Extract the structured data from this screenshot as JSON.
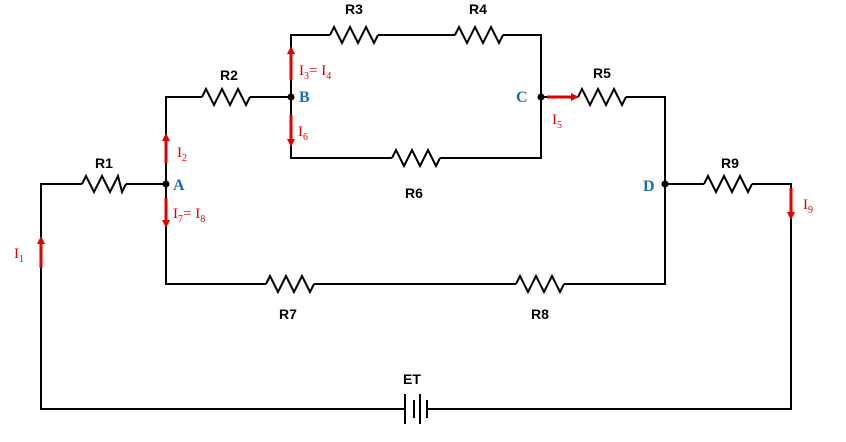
{
  "colors": {
    "wire": "#000000",
    "current": "#e00000",
    "node": "#1a6fb5"
  },
  "resistors": [
    {
      "id": "R1",
      "label": "R1"
    },
    {
      "id": "R2",
      "label": "R2"
    },
    {
      "id": "R3",
      "label": "R3"
    },
    {
      "id": "R4",
      "label": "R4"
    },
    {
      "id": "R5",
      "label": "R5"
    },
    {
      "id": "R6",
      "label": "R6"
    },
    {
      "id": "R7",
      "label": "R7"
    },
    {
      "id": "R8",
      "label": "R8"
    },
    {
      "id": "R9",
      "label": "R9"
    }
  ],
  "battery": {
    "label": "ET"
  },
  "nodes": [
    {
      "id": "A",
      "label": "A"
    },
    {
      "id": "B",
      "label": "B"
    },
    {
      "id": "C",
      "label": "C"
    },
    {
      "id": "D",
      "label": "D"
    }
  ],
  "currents": [
    {
      "id": "I1",
      "base": "I",
      "sub": "1",
      "text": ""
    },
    {
      "id": "I2",
      "base": "I",
      "sub": "2",
      "text": ""
    },
    {
      "id": "I3",
      "base": "I",
      "sub": "3",
      "text": "= I",
      "sub2": "4"
    },
    {
      "id": "I5",
      "base": "I",
      "sub": "5",
      "text": ""
    },
    {
      "id": "I6",
      "base": "I",
      "sub": "6",
      "text": ""
    },
    {
      "id": "I7",
      "base": "I",
      "sub": "7",
      "text": "= I",
      "sub2": "8"
    },
    {
      "id": "I9",
      "base": "I",
      "sub": "9",
      "text": ""
    }
  ]
}
